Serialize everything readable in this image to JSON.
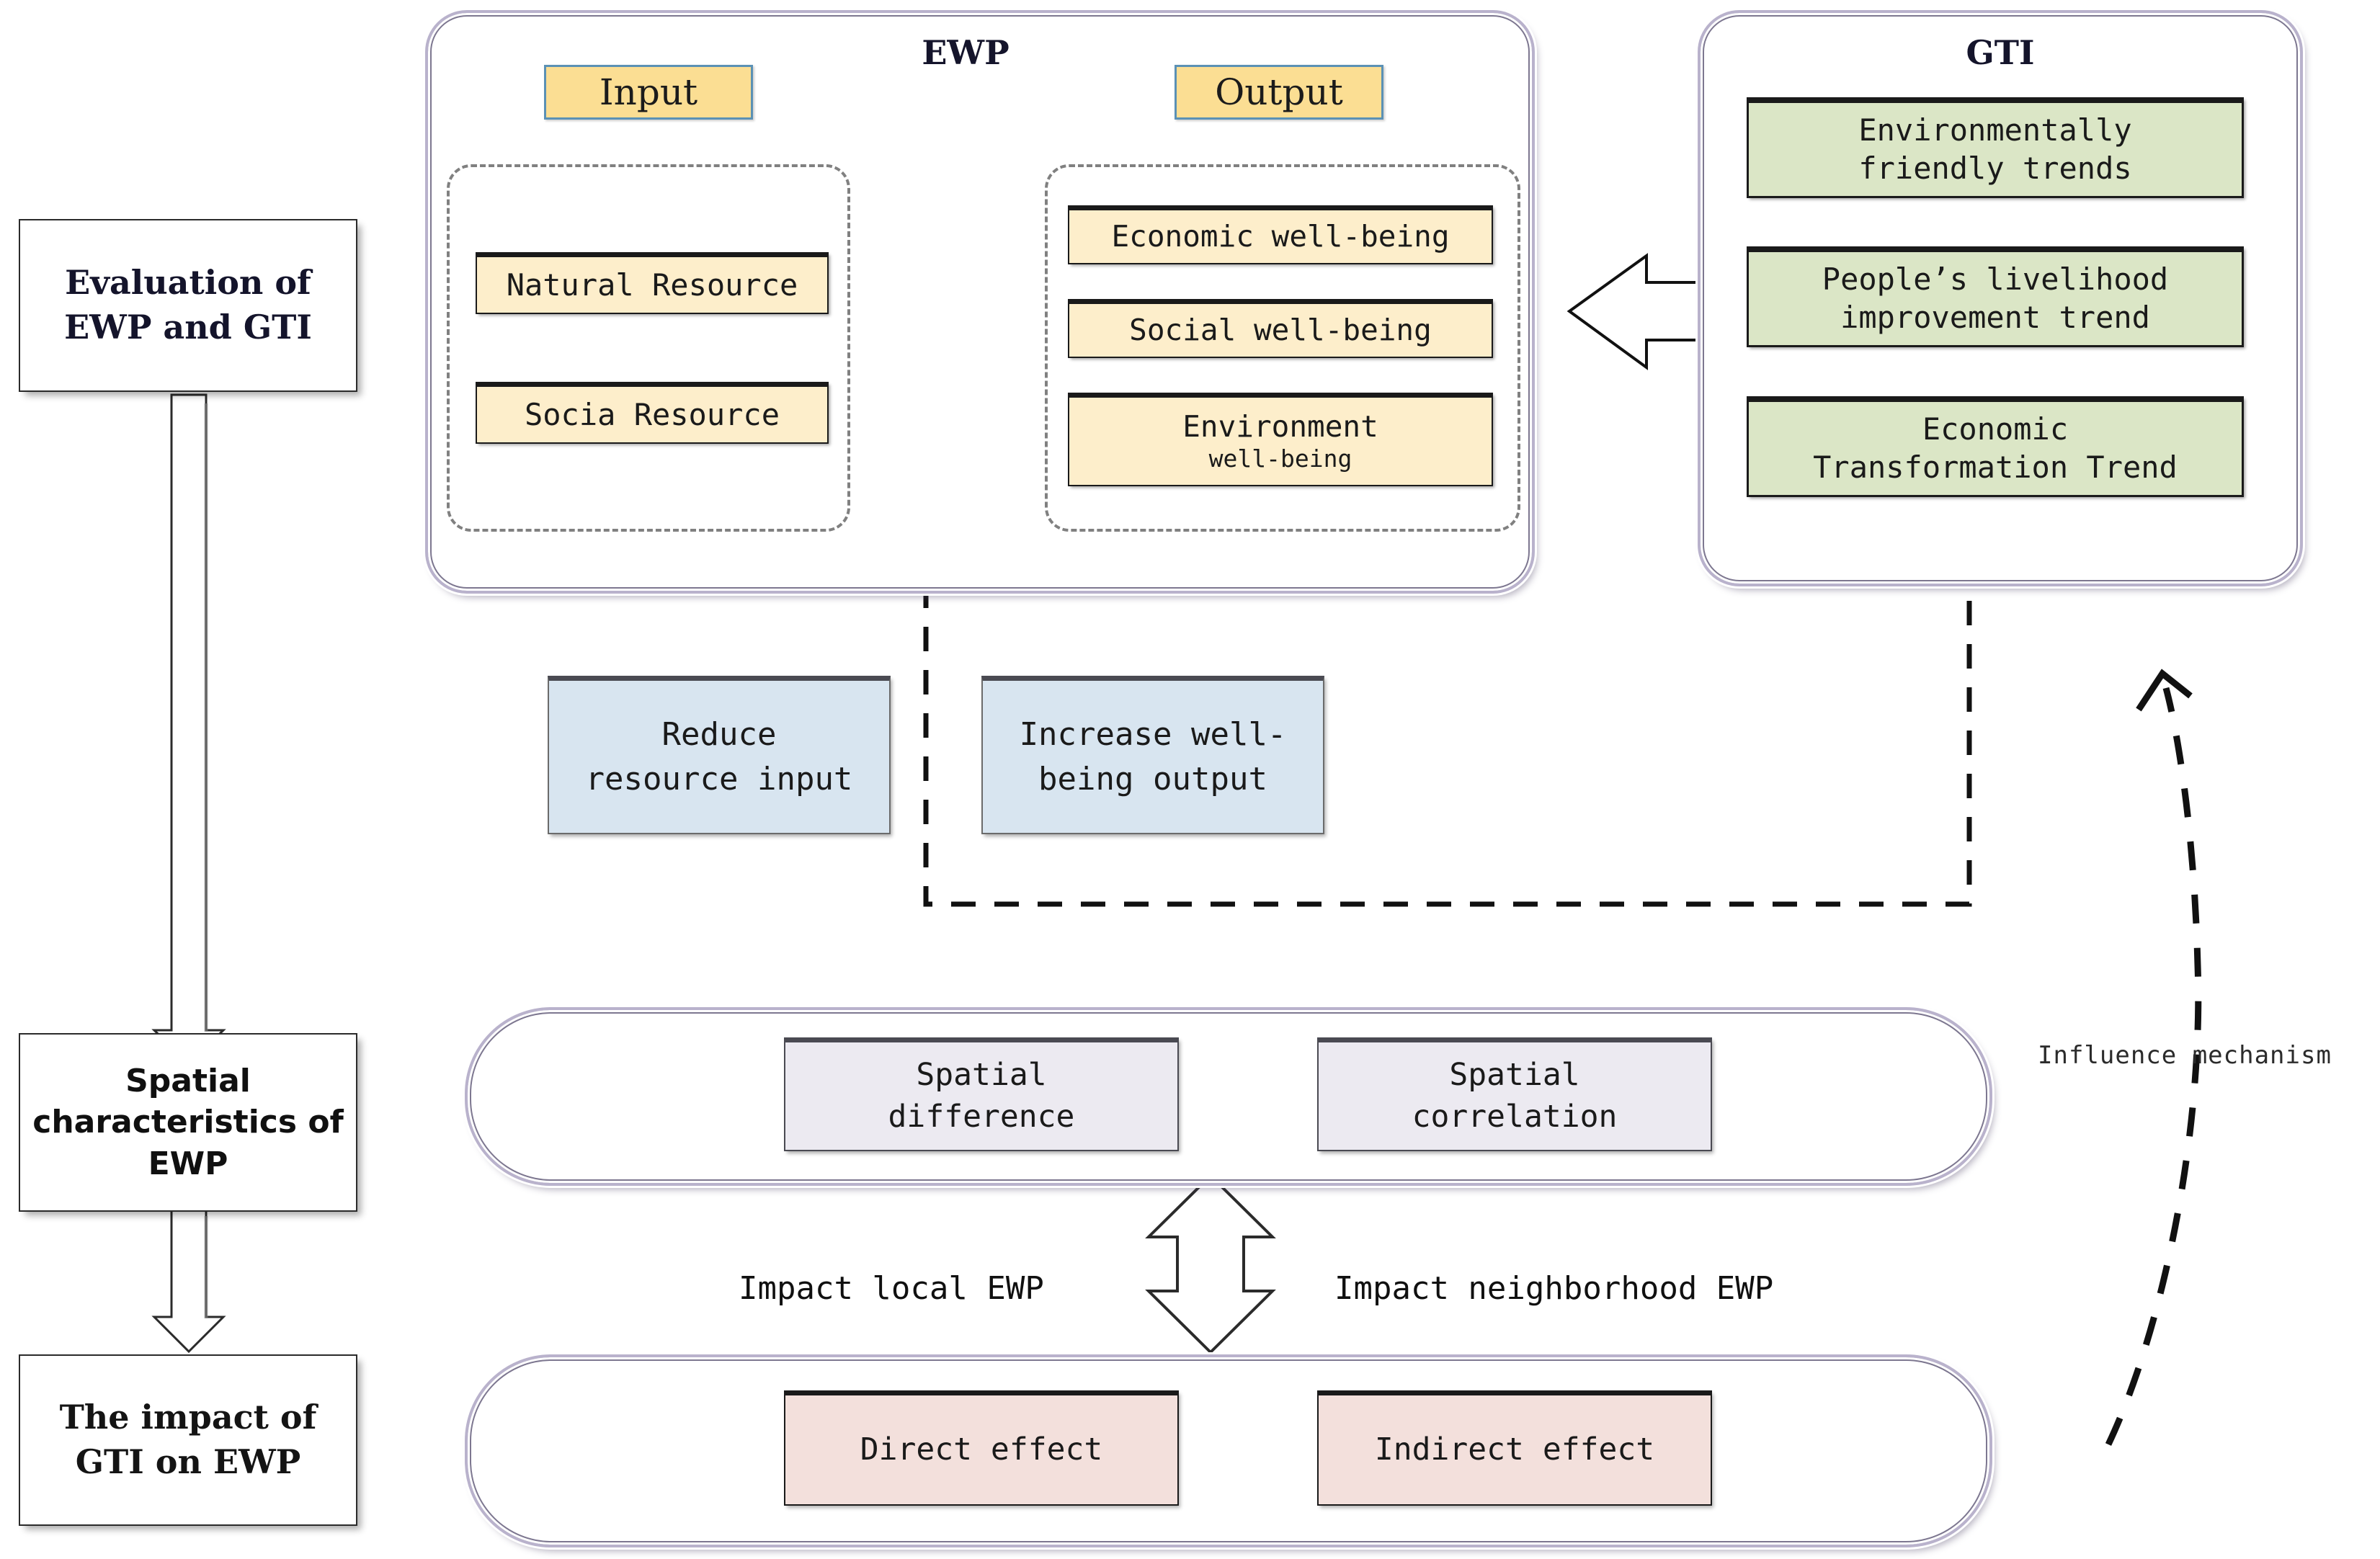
{
  "diagram": {
    "panels": {
      "ewp": {
        "title": "EWP"
      },
      "gti": {
        "title": "GTI"
      }
    },
    "tabs": {
      "input": "Input",
      "output": "Output"
    },
    "input_items": [
      "Natural Resource",
      "Socia Resource"
    ],
    "output_items": [
      "Economic well-being",
      "Social well-being"
    ],
    "output_item_two_line": {
      "line1": "Environment",
      "line2": "well-being"
    },
    "gti_items": [
      {
        "line1": "Environmentally",
        "line2": "friendly trends"
      },
      {
        "line1": "People’s livelihood",
        "line2": "improvement trend"
      },
      {
        "line1": "Economic",
        "line2": "Transformation Trend"
      }
    ],
    "mid_notes": [
      {
        "line1": "Reduce",
        "line2": "resource input"
      },
      {
        "line1": "Increase well-",
        "line2": "being output"
      }
    ],
    "left_column": [
      {
        "line1": "Evaluation of",
        "line2": "EWP and GTI"
      },
      {
        "line1": "Spatial",
        "line2": "characteristics of",
        "line3": "EWP"
      },
      {
        "line1": "The impact of",
        "line2": "GTI on EWP"
      }
    ],
    "spatial_items": [
      {
        "line1": "Spatial",
        "line2": "difference"
      },
      {
        "line1": "Spatial",
        "line2": "correlation"
      }
    ],
    "effect_items": [
      "Direct effect",
      "Indirect effect"
    ],
    "arrow_labels": {
      "impact_local": "Impact local EWP",
      "impact_neighborhood": "Impact neighborhood EWP",
      "influence_mechanism": "Influence mechanism"
    },
    "colors": {
      "cream": "#fdeecb",
      "tab_yellow": "#fbde93",
      "tab_border": "#5b91b5",
      "green": "#dbe6c6",
      "blue": "#d8e5f0",
      "grey": "#eceaf1",
      "pink": "#f3e0dc",
      "container_border": "#b9b2cc",
      "dark_arrow": "#3d3d3d"
    }
  }
}
